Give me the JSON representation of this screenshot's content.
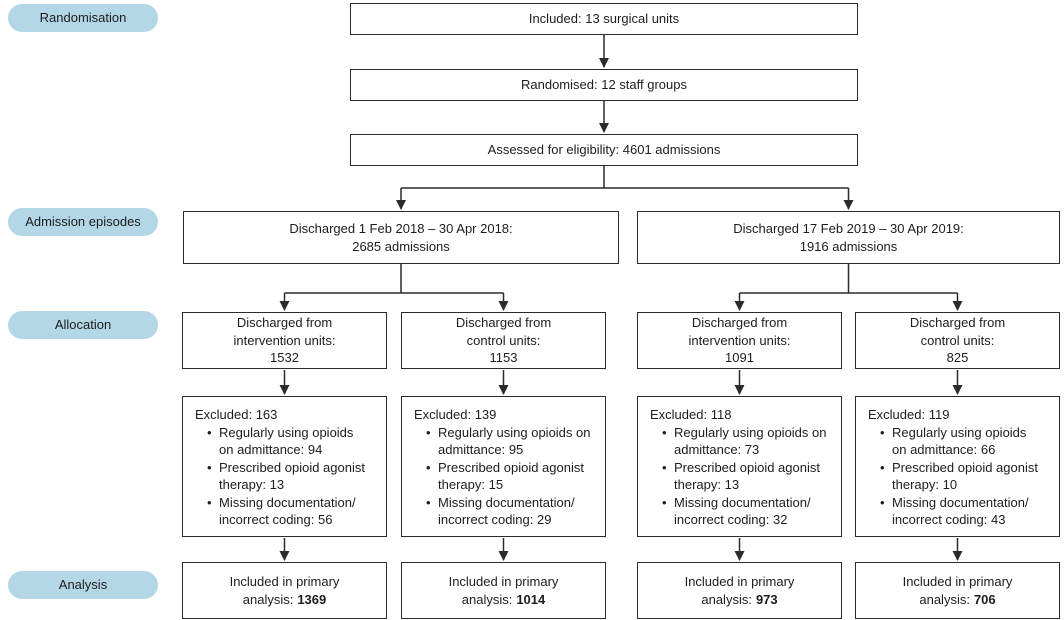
{
  "colors": {
    "pill_blue": "#b4d7e8",
    "box_border": "#2b2b2b",
    "text": "#1d1d1b"
  },
  "bullet_char": "•",
  "stages": [
    {
      "label": "Randomisation"
    },
    {
      "label": "Admission episodes"
    },
    {
      "label": "Allocation"
    },
    {
      "label": "Analysis"
    }
  ],
  "top_flow": [
    {
      "text": "Included: 13 surgical units"
    },
    {
      "text": "Randomised: 12 staff groups"
    },
    {
      "text": "Assessed for eligibility: 4601 admissions"
    }
  ],
  "cohorts": [
    {
      "line1": "Discharged 1 Feb 2018 – 30 Apr 2018:",
      "line2": "2685 admissions"
    },
    {
      "line1": "Discharged 17 Feb 2019 – 30 Apr 2019:",
      "line2": "1916 admissions"
    }
  ],
  "allocations": [
    {
      "line1": "Discharged from",
      "line2": "intervention units:",
      "count": "1532"
    },
    {
      "line1": "Discharged from",
      "line2": "control units:",
      "count": "1153"
    },
    {
      "line1": "Discharged from",
      "line2": "intervention units:",
      "count": "1091"
    },
    {
      "line1": "Discharged from",
      "line2": "control units:",
      "count": "825"
    }
  ],
  "exclusions": [
    {
      "title": "Excluded: 163",
      "reasons": [
        {
          "line1": "Regularly using opioids",
          "line2": "on admittance: 94"
        },
        {
          "line1": "Prescribed opioid agonist",
          "line2": "therapy: 13"
        },
        {
          "line1": "Missing documentation/",
          "line2": "incorrect coding: 56"
        }
      ]
    },
    {
      "title": "Excluded: 139",
      "reasons": [
        {
          "line1": "Regularly using opioids on",
          "line2": "admittance: 95"
        },
        {
          "line1": "Prescribed opioid agonist",
          "line2": "therapy: 15"
        },
        {
          "line1": "Missing documentation/",
          "line2": "incorrect coding: 29"
        }
      ]
    },
    {
      "title": "Excluded: 118",
      "reasons": [
        {
          "line1": "Regularly using opioids on",
          "line2": "admittance: 73"
        },
        {
          "line1": "Prescribed opioid agonist",
          "line2": "therapy: 13"
        },
        {
          "line1": "Missing documentation/",
          "line2": "incorrect coding: 32"
        }
      ]
    },
    {
      "title": "Excluded: 119",
      "reasons": [
        {
          "line1": "Regularly using opioids",
          "line2": "on admittance: 66"
        },
        {
          "line1": "Prescribed opioid agonist",
          "line2": "therapy: 10"
        },
        {
          "line1": "Missing documentation/",
          "line2": "incorrect coding: 43"
        }
      ]
    }
  ],
  "analysis": [
    {
      "line1": "Included in primary",
      "line2_prefix": "analysis:",
      "count": "1369"
    },
    {
      "line1": "Included in primary",
      "line2_prefix": "analysis:",
      "count": "1014"
    },
    {
      "line1": "Included in primary",
      "line2_prefix": "analysis:",
      "count": "973"
    },
    {
      "line1": "Included in primary",
      "line2_prefix": "analysis:",
      "count": "706"
    }
  ]
}
